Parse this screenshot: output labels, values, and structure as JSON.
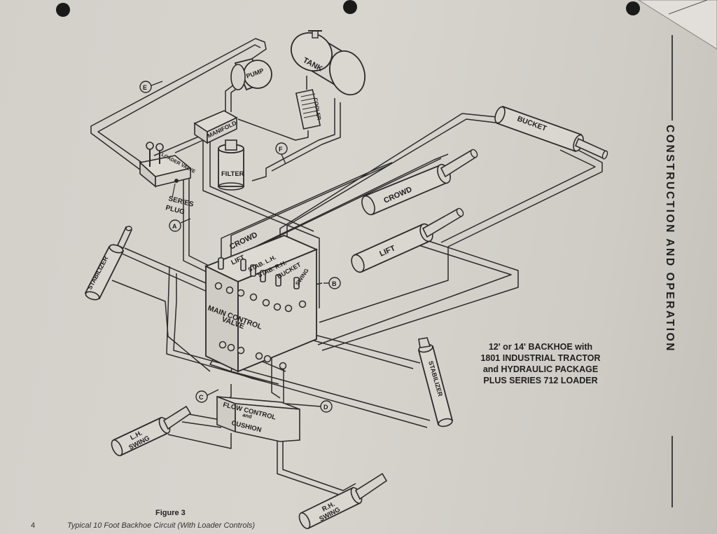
{
  "side_title": "CONSTRUCTION AND OPERATION",
  "description": {
    "line1": "12' or 14' BACKHOE with",
    "line2": "1801 INDUSTRIAL TRACTOR",
    "line3": "and HYDRAULIC PACKAGE",
    "line4": "PLUS SERIES 712 LOADER"
  },
  "figure": {
    "label": "Figure 3",
    "caption": "Typical 10 Foot Backhoe Circuit (With Loader Controls)",
    "page_number": "4"
  },
  "components": {
    "tank": "TANK",
    "pump": "PUMP",
    "cooler": "COOLER",
    "manifold": "MANIFOLD",
    "filter": "FILTER",
    "loader_valve": "LOADER VALVE",
    "series_plug_line1": "SERIES",
    "series_plug_line2": "PLUG",
    "bucket": "BUCKET",
    "crowd_cylinder": "CROWD",
    "lift_cylinder": "LIFT",
    "stabilizer_left": "STABILIZER",
    "stabilizer_right": "STABILIZER",
    "main_valve_line1": "MAIN CONTROL",
    "main_valve_line2": "VALVE",
    "flow_control_line1": "FLOW CONTROL",
    "flow_control_line2": "and",
    "flow_control_line3": "CUSHION",
    "lh_swing_line1": "L.H.",
    "lh_swing_line2": "SWING",
    "rh_swing_line1": "R.H.",
    "rh_swing_line2": "SWING"
  },
  "valve_sections": {
    "crowd": "CROWD",
    "lift": "LIFT",
    "stab_lh": "STAB. L.H.",
    "stab_rh": "STAB. R.H.",
    "bucket": "BUCKET",
    "swing": "SWING"
  },
  "line_markers": {
    "a": "A",
    "b": "B",
    "c": "C",
    "d": "D",
    "e": "E",
    "f": "F"
  }
}
